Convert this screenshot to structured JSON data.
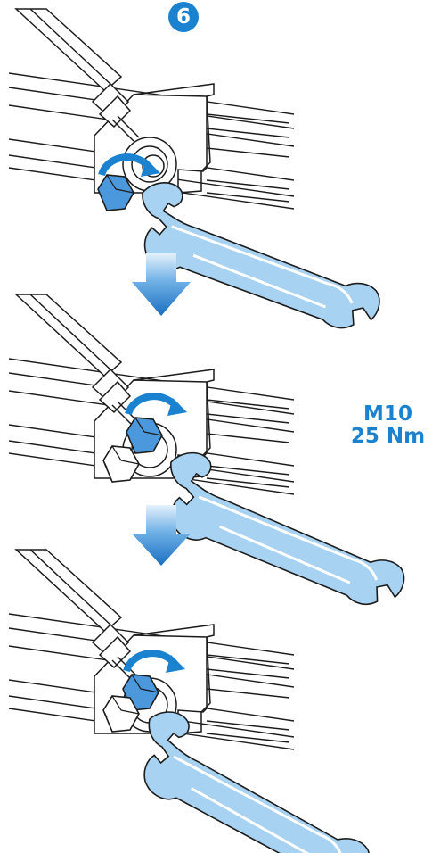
{
  "step": {
    "number": "6"
  },
  "spec": {
    "bolt": "M10",
    "torque": "25 Nm"
  },
  "colors": {
    "accent": "#1a82cf",
    "arrow_top": "#cfe6f8",
    "wrench_fill": "#9ccbef",
    "nut_fill": "#3d8ed8",
    "line": "#1c1c1c",
    "bolt_fill": "#ffffff"
  },
  "panels": [
    {
      "name": "panel-1",
      "nut": "first-nut-turning",
      "bolt_color": "blue"
    },
    {
      "name": "panel-2",
      "nut": "second-nut-turning",
      "bolt_color": "white"
    },
    {
      "name": "panel-3",
      "nut": "second-nut-turning",
      "bolt_color": "white"
    }
  ],
  "arrows": [
    "down-arrow-icon",
    "down-arrow-icon"
  ]
}
